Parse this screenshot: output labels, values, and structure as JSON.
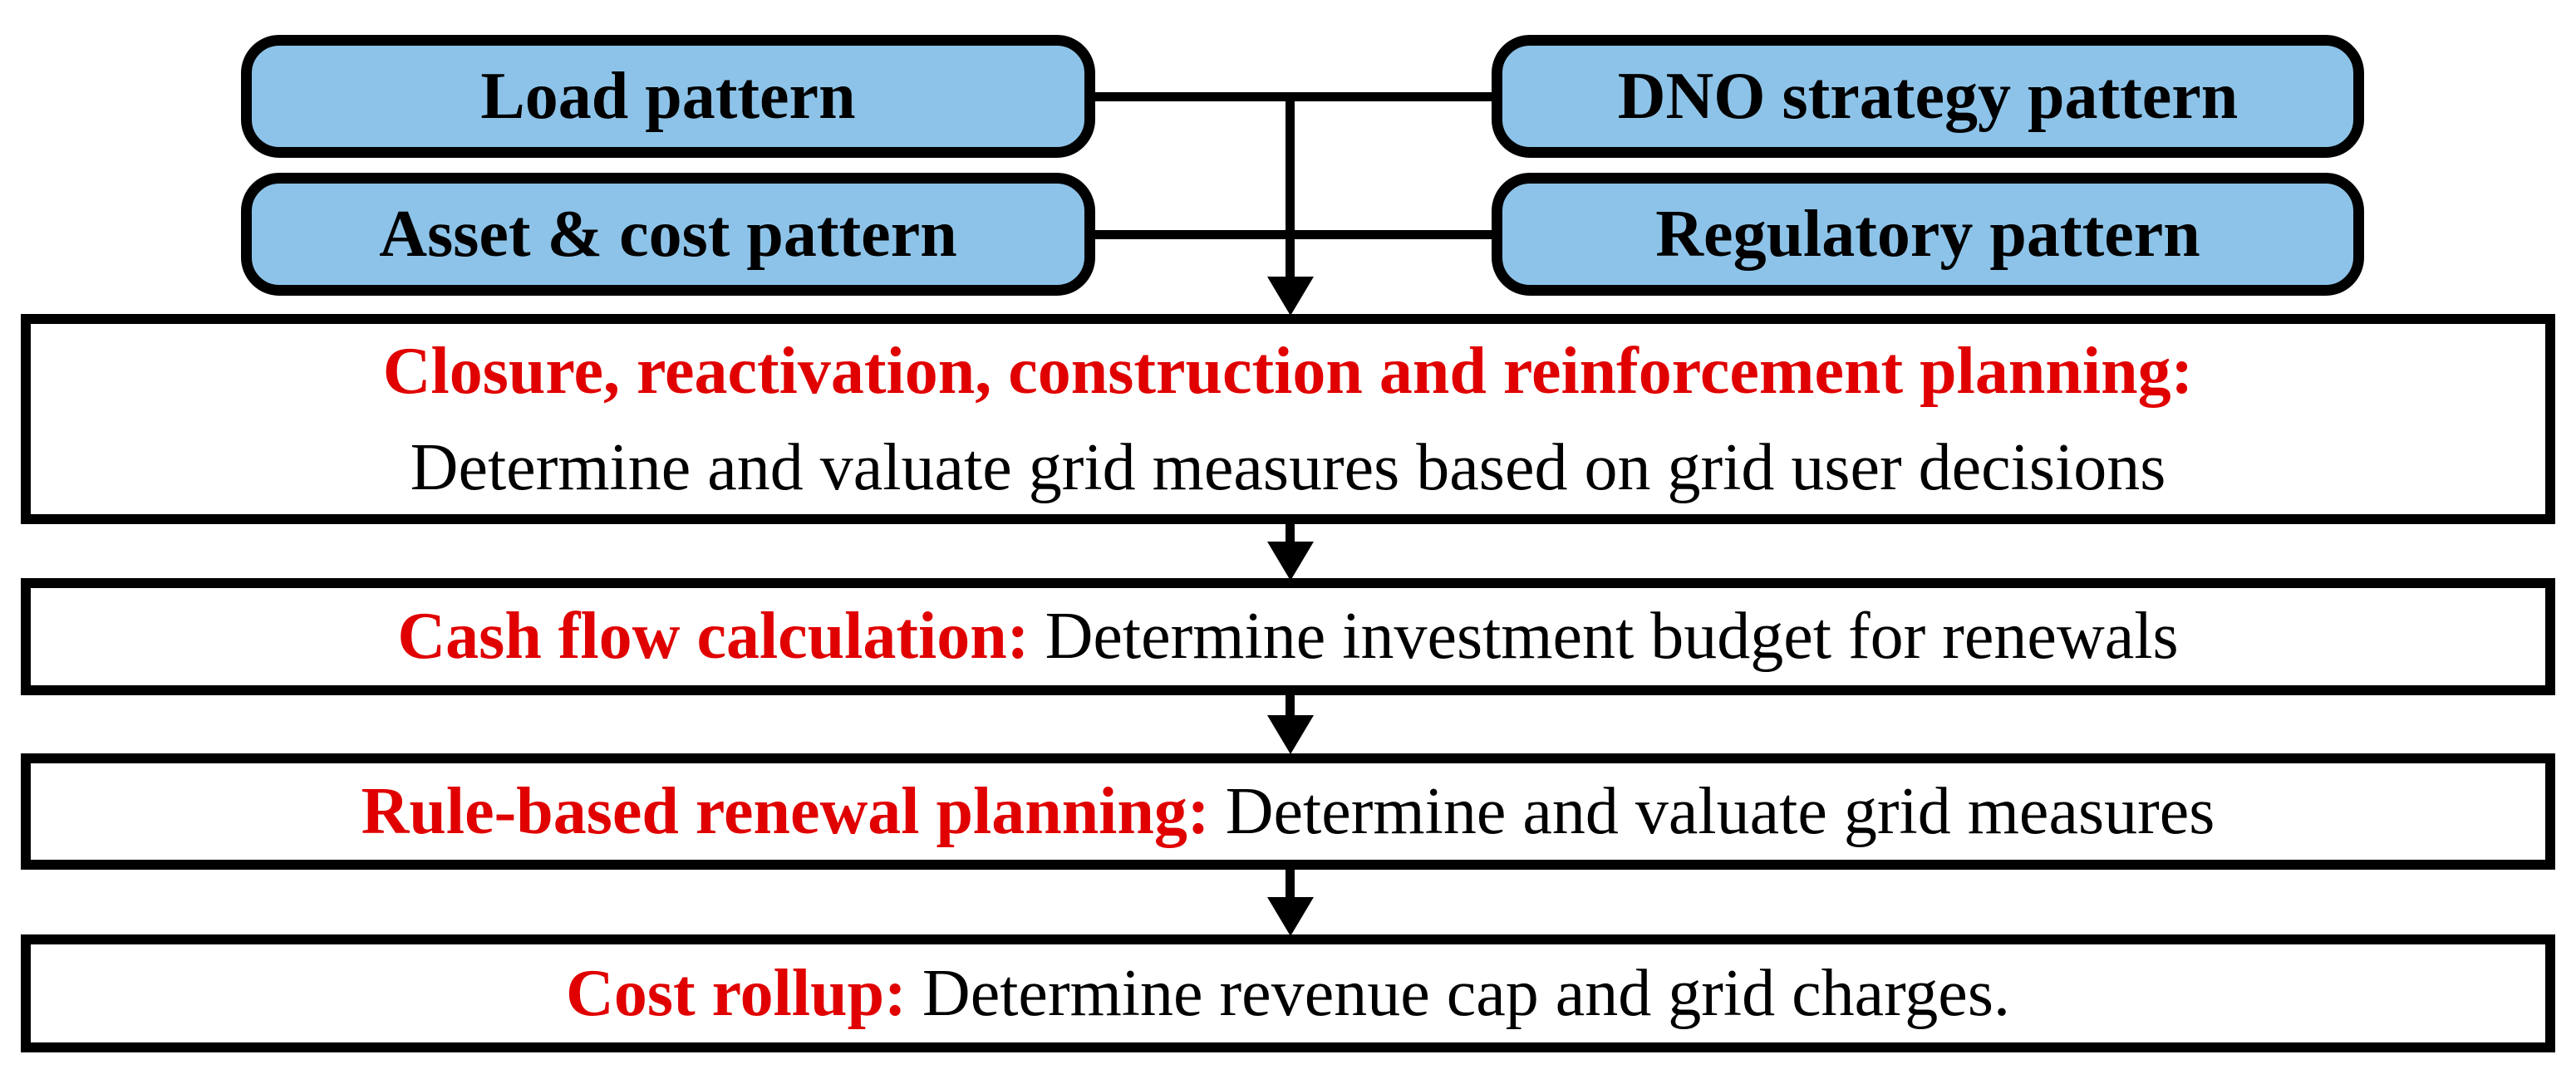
{
  "colors": {
    "pattern_box_fill": "#8DC3E8",
    "border": "#000000",
    "heading_red": "#E00000",
    "body_text": "#000000",
    "background": "#FFFFFF"
  },
  "pattern_boxes": [
    {
      "id": "load",
      "label": "Load pattern"
    },
    {
      "id": "dno",
      "label": "DNO strategy pattern"
    },
    {
      "id": "asset",
      "label": "Asset & cost pattern"
    },
    {
      "id": "regulatory",
      "label": "Regulatory pattern"
    }
  ],
  "process_steps": [
    {
      "id": "planning",
      "heading": "Closure, reactivation, construction and reinforcement planning:",
      "description": "Determine and valuate grid measures based on grid user decisions"
    },
    {
      "id": "cashflow",
      "heading": "Cash flow calculation:",
      "description": "Determine investment budget for renewals"
    },
    {
      "id": "renewal",
      "heading": "Rule-based renewal planning:",
      "description": "Determine and valuate grid measures"
    },
    {
      "id": "rollup",
      "heading": "Cost rollup:",
      "description": "Determine revenue cap and grid charges."
    }
  ]
}
